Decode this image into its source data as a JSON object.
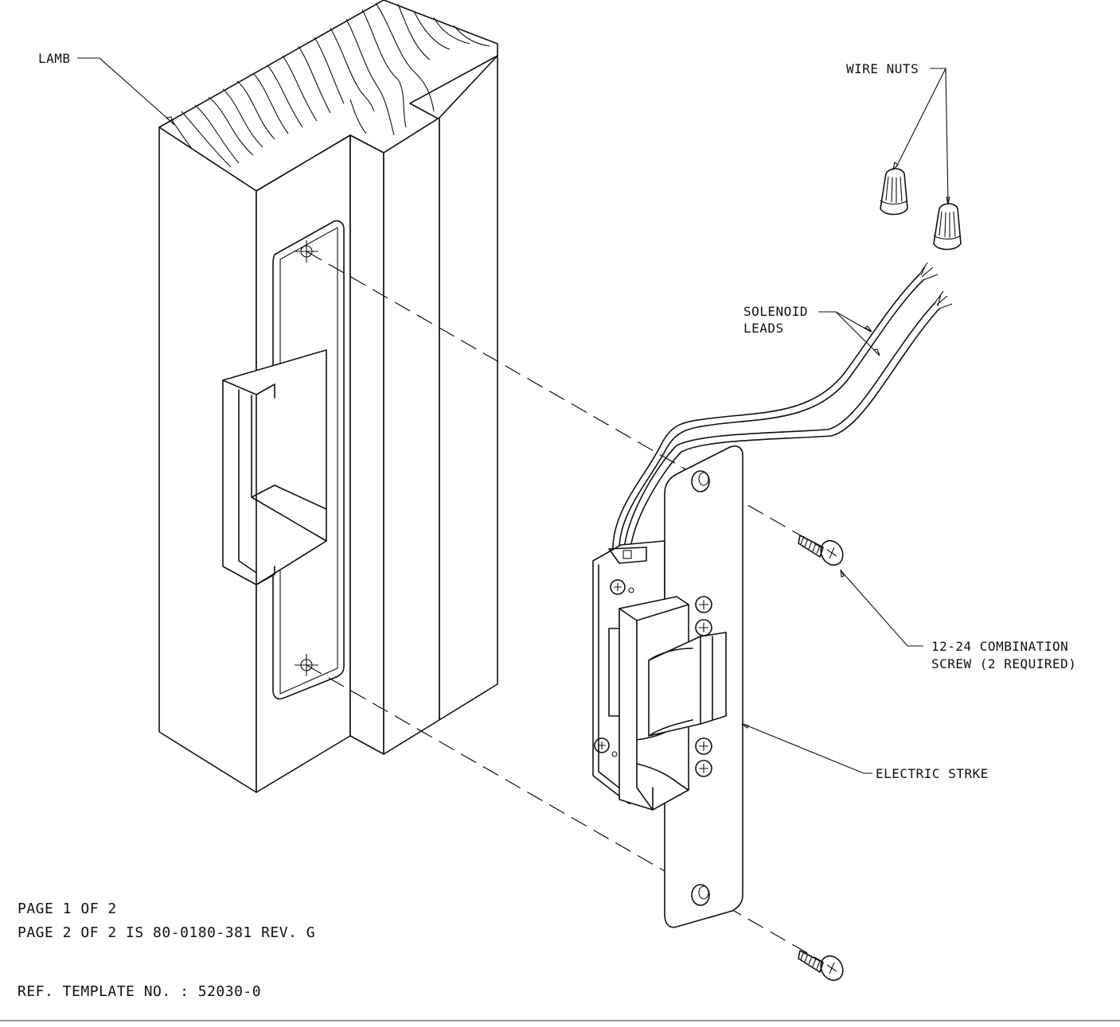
{
  "labels": {
    "lamb": "LAMB",
    "wire_nuts": "WIRE NUTS",
    "solenoid_line1": "SOLENOID",
    "solenoid_line2": "LEADS",
    "screw_line1": "12-24 COMBINATION",
    "screw_line2": "SCREW (2 REQUIRED)",
    "electric_strike": "ELECTRIC STRKE"
  },
  "notes": {
    "page_line1": "PAGE 1 OF 2",
    "page_line2": "PAGE 2 OF 2 IS 80-0180-381 REV. G",
    "template_ref": "REF. TEMPLATE NO. : 52030-0"
  },
  "colors": {
    "line": "#111111",
    "background": "#ffffff",
    "footer_rule": "#999999"
  },
  "icons": [
    "wire-nut-icon",
    "screw-icon",
    "phillips-screw-head-icon"
  ]
}
